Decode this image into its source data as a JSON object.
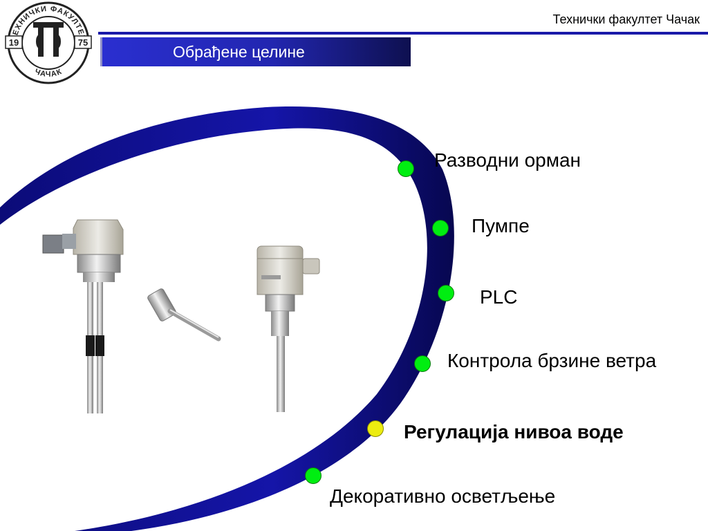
{
  "header": {
    "institution": "Технички факултет Чачак",
    "slide_title": "Обрађене целине"
  },
  "logo": {
    "ring_text_top": "ТЕХНИЧКИ ФАКУЛТЕТ",
    "ring_text_bottom": "ЧАЧАК",
    "year_left": "19",
    "year_right": "75",
    "monogram": "ТФ"
  },
  "topics": [
    {
      "label": "Разводни орман",
      "active": false
    },
    {
      "label": "Пумпе",
      "active": false
    },
    {
      "label": "PLC",
      "active": false
    },
    {
      "label": "Контрола брзине ветра",
      "active": false
    },
    {
      "label": "Регулација нивоа воде",
      "active": true
    },
    {
      "label": "Декоративно осветљење",
      "active": false
    }
  ],
  "images": [
    {
      "icon": "rod-level-sensor-icon"
    },
    {
      "icon": "small-probe-sensor-icon"
    },
    {
      "icon": "vibrating-level-switch-icon"
    }
  ],
  "colors": {
    "accent_blue": "#1a1aa8",
    "bullet_green": "#00ee11",
    "bullet_active": "#ecec10"
  }
}
